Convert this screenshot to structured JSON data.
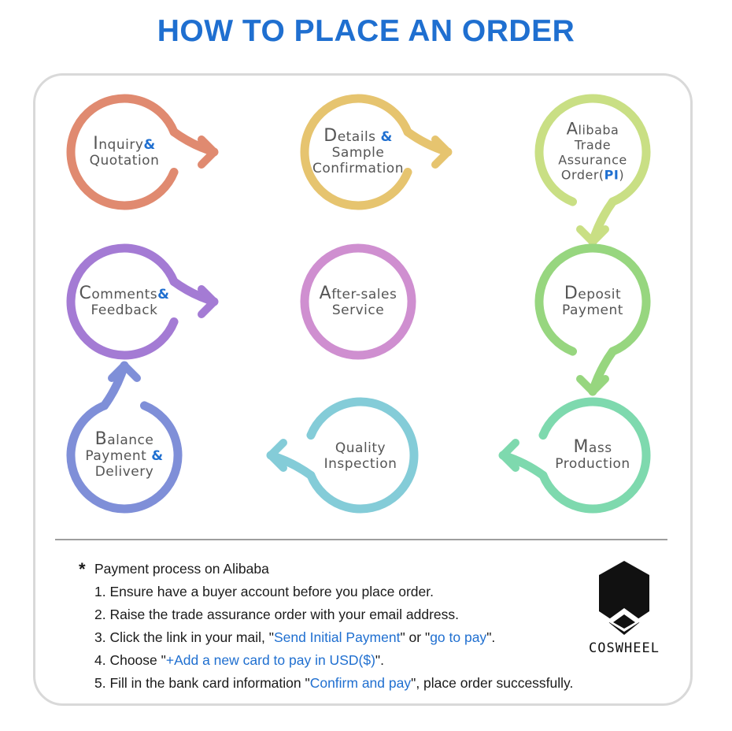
{
  "title": "HOW TO PLACE AN ORDER",
  "steps": [
    {
      "id": "inquiry",
      "lines": [
        [
          "I",
          "nquiry",
          "&"
        ],
        [
          "",
          "Quotation",
          ""
        ]
      ],
      "color": "#e08a70"
    },
    {
      "id": "details",
      "lines": [
        [
          "D",
          "etails ",
          "&"
        ],
        [
          "",
          "Sample",
          ""
        ],
        [
          "",
          "Confirmation",
          ""
        ]
      ],
      "color": "#e6c46f"
    },
    {
      "id": "alibaba",
      "lines": [
        [
          "A",
          "libaba",
          ""
        ],
        [
          "",
          "Trade",
          ""
        ],
        [
          "",
          "Assurance",
          ""
        ],
        [
          "",
          "Order(",
          "PI",
          ")"
        ]
      ],
      "color": "#c9df84"
    },
    {
      "id": "deposit",
      "lines": [
        [
          "D",
          "eposit",
          ""
        ],
        [
          "",
          "Payment",
          ""
        ]
      ],
      "color": "#97d67f"
    },
    {
      "id": "mass",
      "lines": [
        [
          "M",
          "ass",
          ""
        ],
        [
          "",
          "Production",
          ""
        ]
      ],
      "color": "#7ed9ae"
    },
    {
      "id": "quality",
      "lines": [
        [
          "",
          "Quality",
          ""
        ],
        [
          "",
          "Inspection",
          ""
        ]
      ],
      "color": "#84ccd8"
    },
    {
      "id": "balance",
      "lines": [
        [
          "B",
          "alance",
          ""
        ],
        [
          "",
          "Payment ",
          "&"
        ],
        [
          "",
          "Delivery",
          ""
        ]
      ],
      "color": "#7f8fd8"
    },
    {
      "id": "comments",
      "lines": [
        [
          "C",
          "omments",
          "&"
        ],
        [
          "",
          "Feedback",
          ""
        ]
      ],
      "color": "#a47bd4"
    },
    {
      "id": "aftersales",
      "lines": [
        [
          "A",
          "fter-sales",
          ""
        ],
        [
          "",
          "Service",
          ""
        ]
      ],
      "color": "#cf8fd0"
    }
  ],
  "accent_color": "#1f6fd0",
  "notes": {
    "heading": "Payment process on Alibaba",
    "star": "*",
    "items": [
      {
        "pre": "1. Ensure have a buyer account before you place order."
      },
      {
        "pre": "2. Raise the trade assurance order with your email address."
      },
      {
        "pre": "3. Click the link in your mail, \"",
        "link1": "Send Initial Payment",
        "mid": "\" or \"",
        "link2": "go to pay",
        "post": "\"."
      },
      {
        "pre": "4. Choose \"",
        "link1": "+Add a new card to pay in USD($)",
        "post": "\"."
      },
      {
        "pre": "5. Fill in the bank card information \"",
        "link1": "Confirm and pay",
        "post": "\", place order successfully."
      }
    ]
  },
  "logo": {
    "text": "COSWHEEL",
    "icon": "helmet-logo-icon"
  }
}
